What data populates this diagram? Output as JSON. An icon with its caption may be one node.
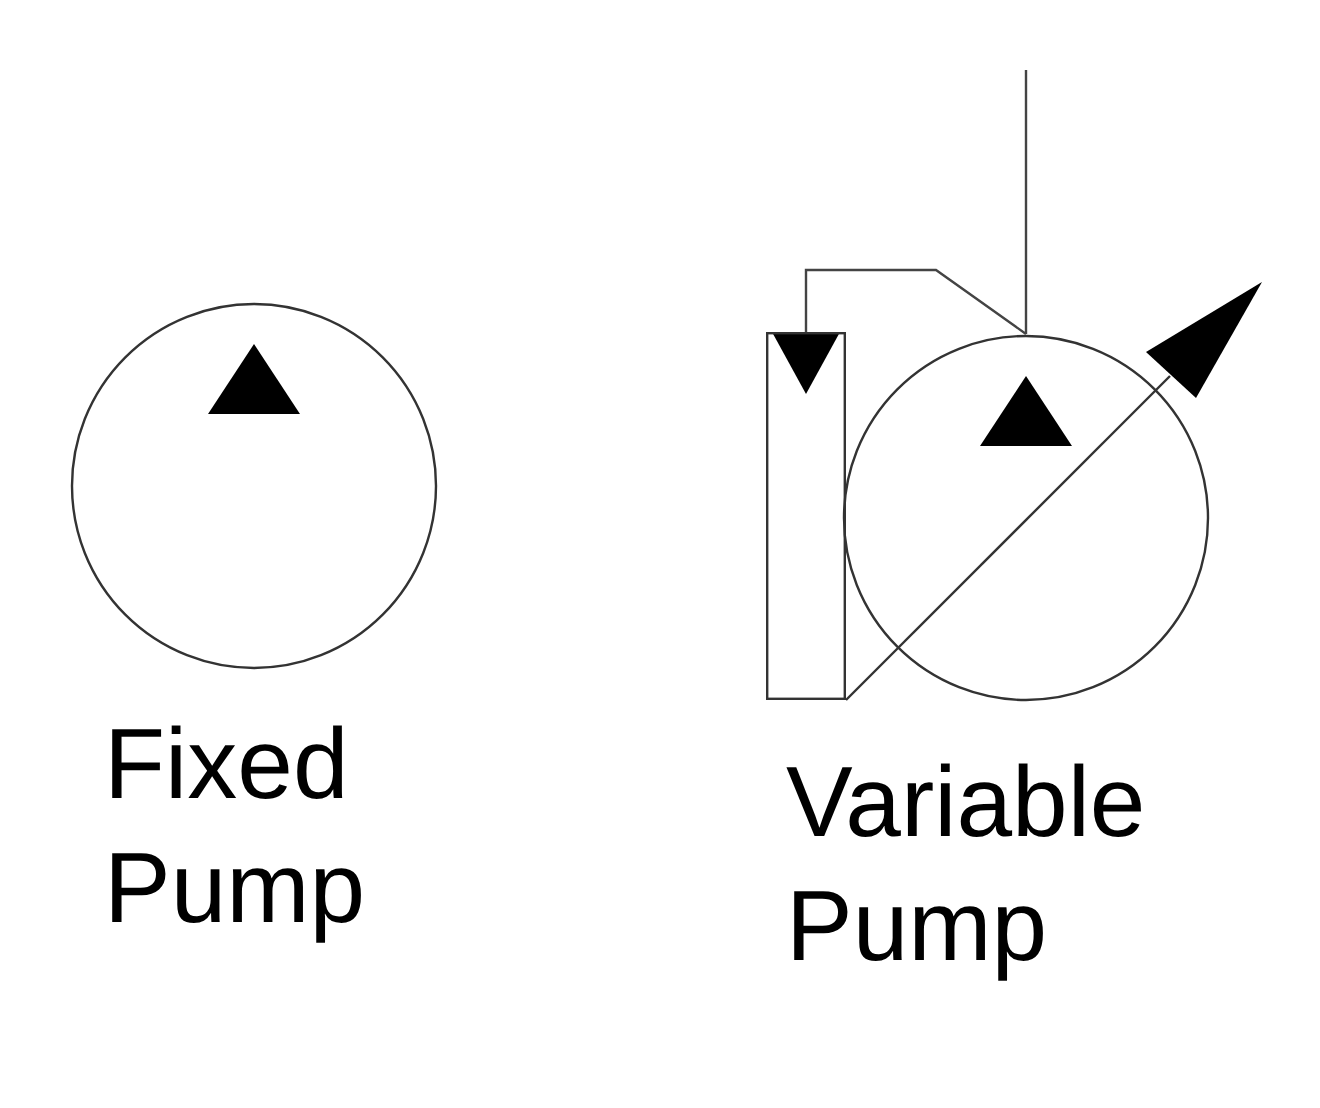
{
  "diagram": {
    "nodes": [
      {
        "text": [],
        "shape": "circle",
        "beside": [
          "Fixed Pump"
        ]
      },
      {
        "text": [],
        "shape": "circle",
        "beside": [
          "Variable Pump"
        ]
      },
      {
        "text": [],
        "shape": "box"
      }
    ],
    "edges": [
      {
        "from": 1,
        "to": 2,
        "arrow": "to"
      },
      {
        "from": 1,
        "to": null,
        "arrow": "none"
      }
    ]
  }
}
